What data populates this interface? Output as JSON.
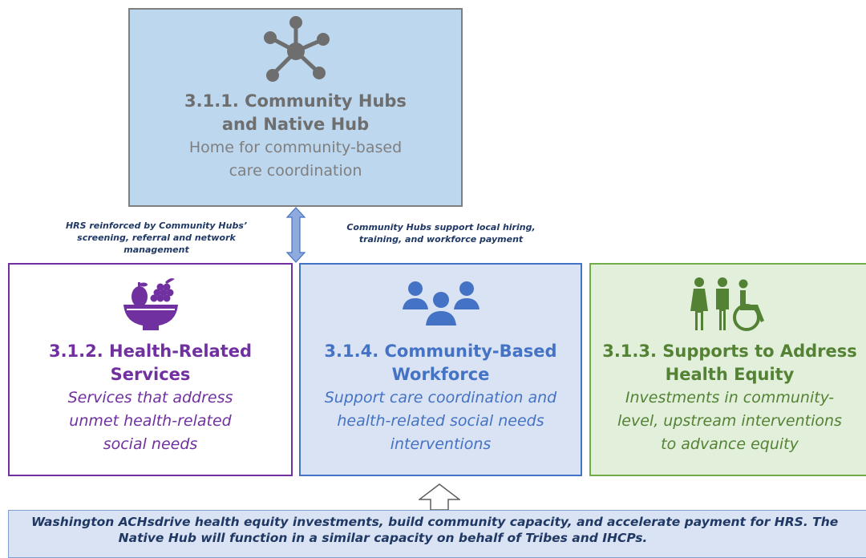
{
  "hub": {
    "icon": "network-hub-icon",
    "title_line1": "3.1.1.  Community Hubs",
    "title_line2": "and Native Hub",
    "desc_line1": "Home for community-based",
    "desc_line2": "care coordination",
    "color": "#7f7f7f",
    "fill": "#bdd7ee"
  },
  "notes": {
    "left_line1": "HRS reinforced by Community Hubs’",
    "left_line2": "screening, referral and network",
    "left_line3": "management",
    "right_line1": "Community Hubs support local hiring,",
    "right_line2": "training, and workforce payment"
  },
  "hrs": {
    "icon": "fruit-bowl-icon",
    "title_line1": "3.1.2. Health-Related",
    "title_line2": "Services",
    "desc_line1": "Services that address",
    "desc_line2": "unmet health-related",
    "desc_line3": "social needs",
    "color": "#7030a0"
  },
  "workforce": {
    "icon": "people-group-icon",
    "title_line1": "3.1.4.  Community-Based",
    "title_line2": "Workforce",
    "desc_line1": "Support care coordination and",
    "desc_line2": "health-related social needs",
    "desc_line3": "interventions",
    "color": "#4472c4"
  },
  "equity": {
    "icon": "people-accessibility-icon",
    "title_line1": "3.1.3.  Supports to Address",
    "title_line2": "Health Equity",
    "desc_line1": "Investments in community-",
    "desc_line2": "level, upstream interventions",
    "desc_line3": "to advance equity",
    "color": "#548235"
  },
  "footer": {
    "line1": "Washington ACHsdrive health equity investments, build community capacity, and accelerate payment for HRS. The",
    "line2": "Native Hub will function in a similar capacity on behalf of Tribes and IHCPs."
  }
}
